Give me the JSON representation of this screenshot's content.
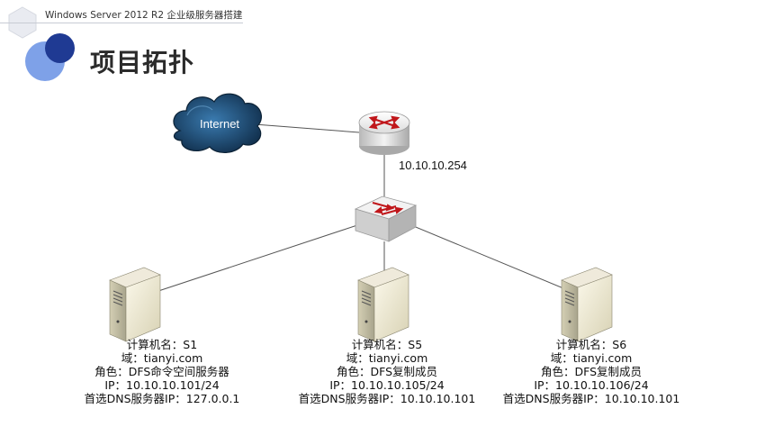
{
  "header": {
    "text": "Windows Server 2012 R2 企业级服务器搭建"
  },
  "title": "项目拓扑",
  "cloud": {
    "label": "Internet"
  },
  "router": {
    "ip": "10.10.10.254"
  },
  "servers": [
    {
      "id": "s1",
      "hostname": "计算机名：S1",
      "domain": "域：tianyi.com",
      "role": "角色：DFS命令空间服务器",
      "ip": "IP：10.10.10.101/24",
      "dns": "首选DNS服务器IP：127.0.0.1"
    },
    {
      "id": "s5",
      "hostname": "计算机名：S5",
      "domain": "域：tianyi.com",
      "role": "角色：DFS复制成员",
      "ip": "IP：10.10.10.105/24",
      "dns": "首选DNS服务器IP：10.10.10.101"
    },
    {
      "id": "s6",
      "hostname": "计算机名：S6",
      "domain": "域：tianyi.com",
      "role": "角色：DFS复制成员",
      "ip": "IP：10.10.10.106/24",
      "dns": "首选DNS服务器IP：10.10.10.101"
    }
  ],
  "colors": {
    "accent_light": "#7ea1e8",
    "accent_dark": "#1f3a93",
    "cloud": "#1d4a6e",
    "arrow": "#c0171b"
  }
}
